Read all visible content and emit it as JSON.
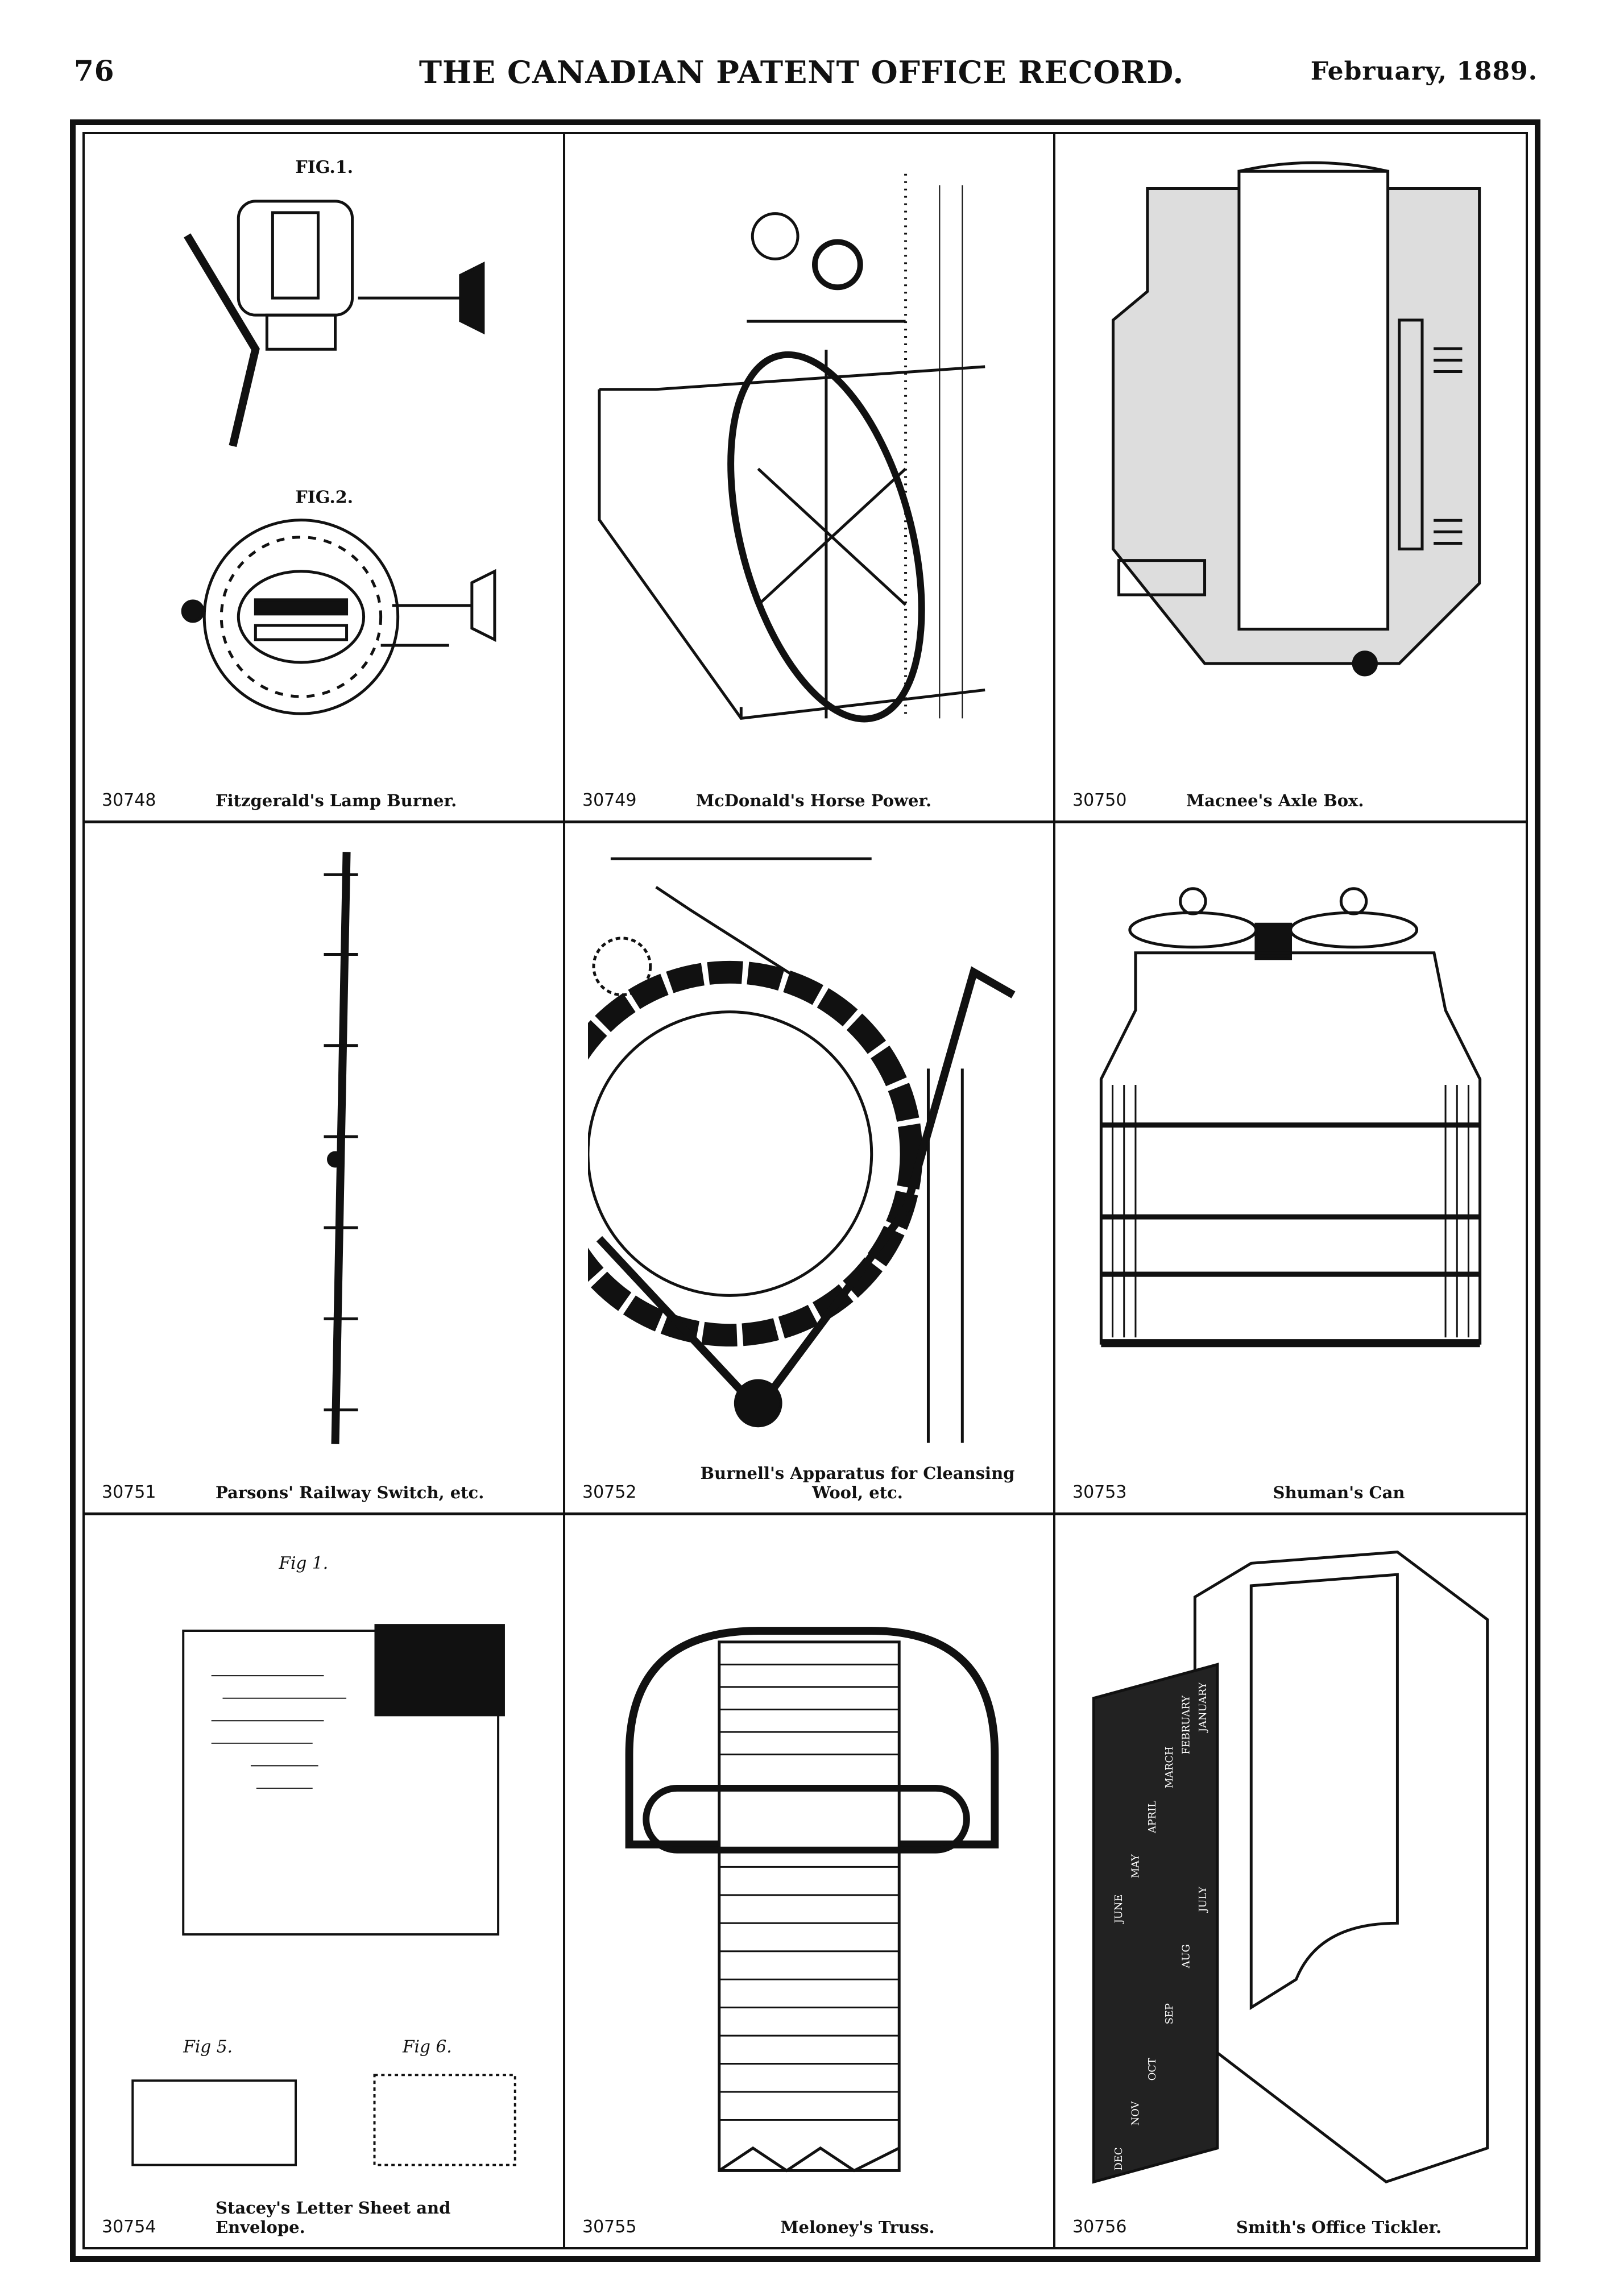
{
  "header": {
    "page_number": "76",
    "title": "THE CANADIAN PATENT OFFICE RECORD.",
    "date": "February, 1889."
  },
  "patents": [
    {
      "number": "30748",
      "title": "Fitzgerald's Lamp Burner.",
      "figure_labels": [
        "FIG.1.",
        "FIG.2."
      ]
    },
    {
      "number": "30749",
      "title": "McDonald's Horse Power."
    },
    {
      "number": "30750",
      "title": "Macnee's Axle Box."
    },
    {
      "number": "30751",
      "title": "Parsons' Railway Switch, etc."
    },
    {
      "number": "30752",
      "title": "Burnell's Apparatus for Cleansing Wool, etc."
    },
    {
      "number": "30753",
      "title": "Shuman's Can"
    },
    {
      "number": "30754",
      "title": "Stacey's Letter Sheet and Envelope.",
      "figure_labels": [
        "Fig 1.",
        "Fig 5.",
        "Fig 6."
      ]
    },
    {
      "number": "30755",
      "title": "Meloney's Truss."
    },
    {
      "number": "30756",
      "title": "Smith's Office Tickler.",
      "figure_labels": [
        "JANUARY",
        "FEBRUARY",
        "MARCH",
        "APRIL",
        "MAY",
        "JUNE",
        "JULY",
        "AUG",
        "SEP",
        "OCT",
        "NOV",
        "DEC"
      ]
    }
  ]
}
